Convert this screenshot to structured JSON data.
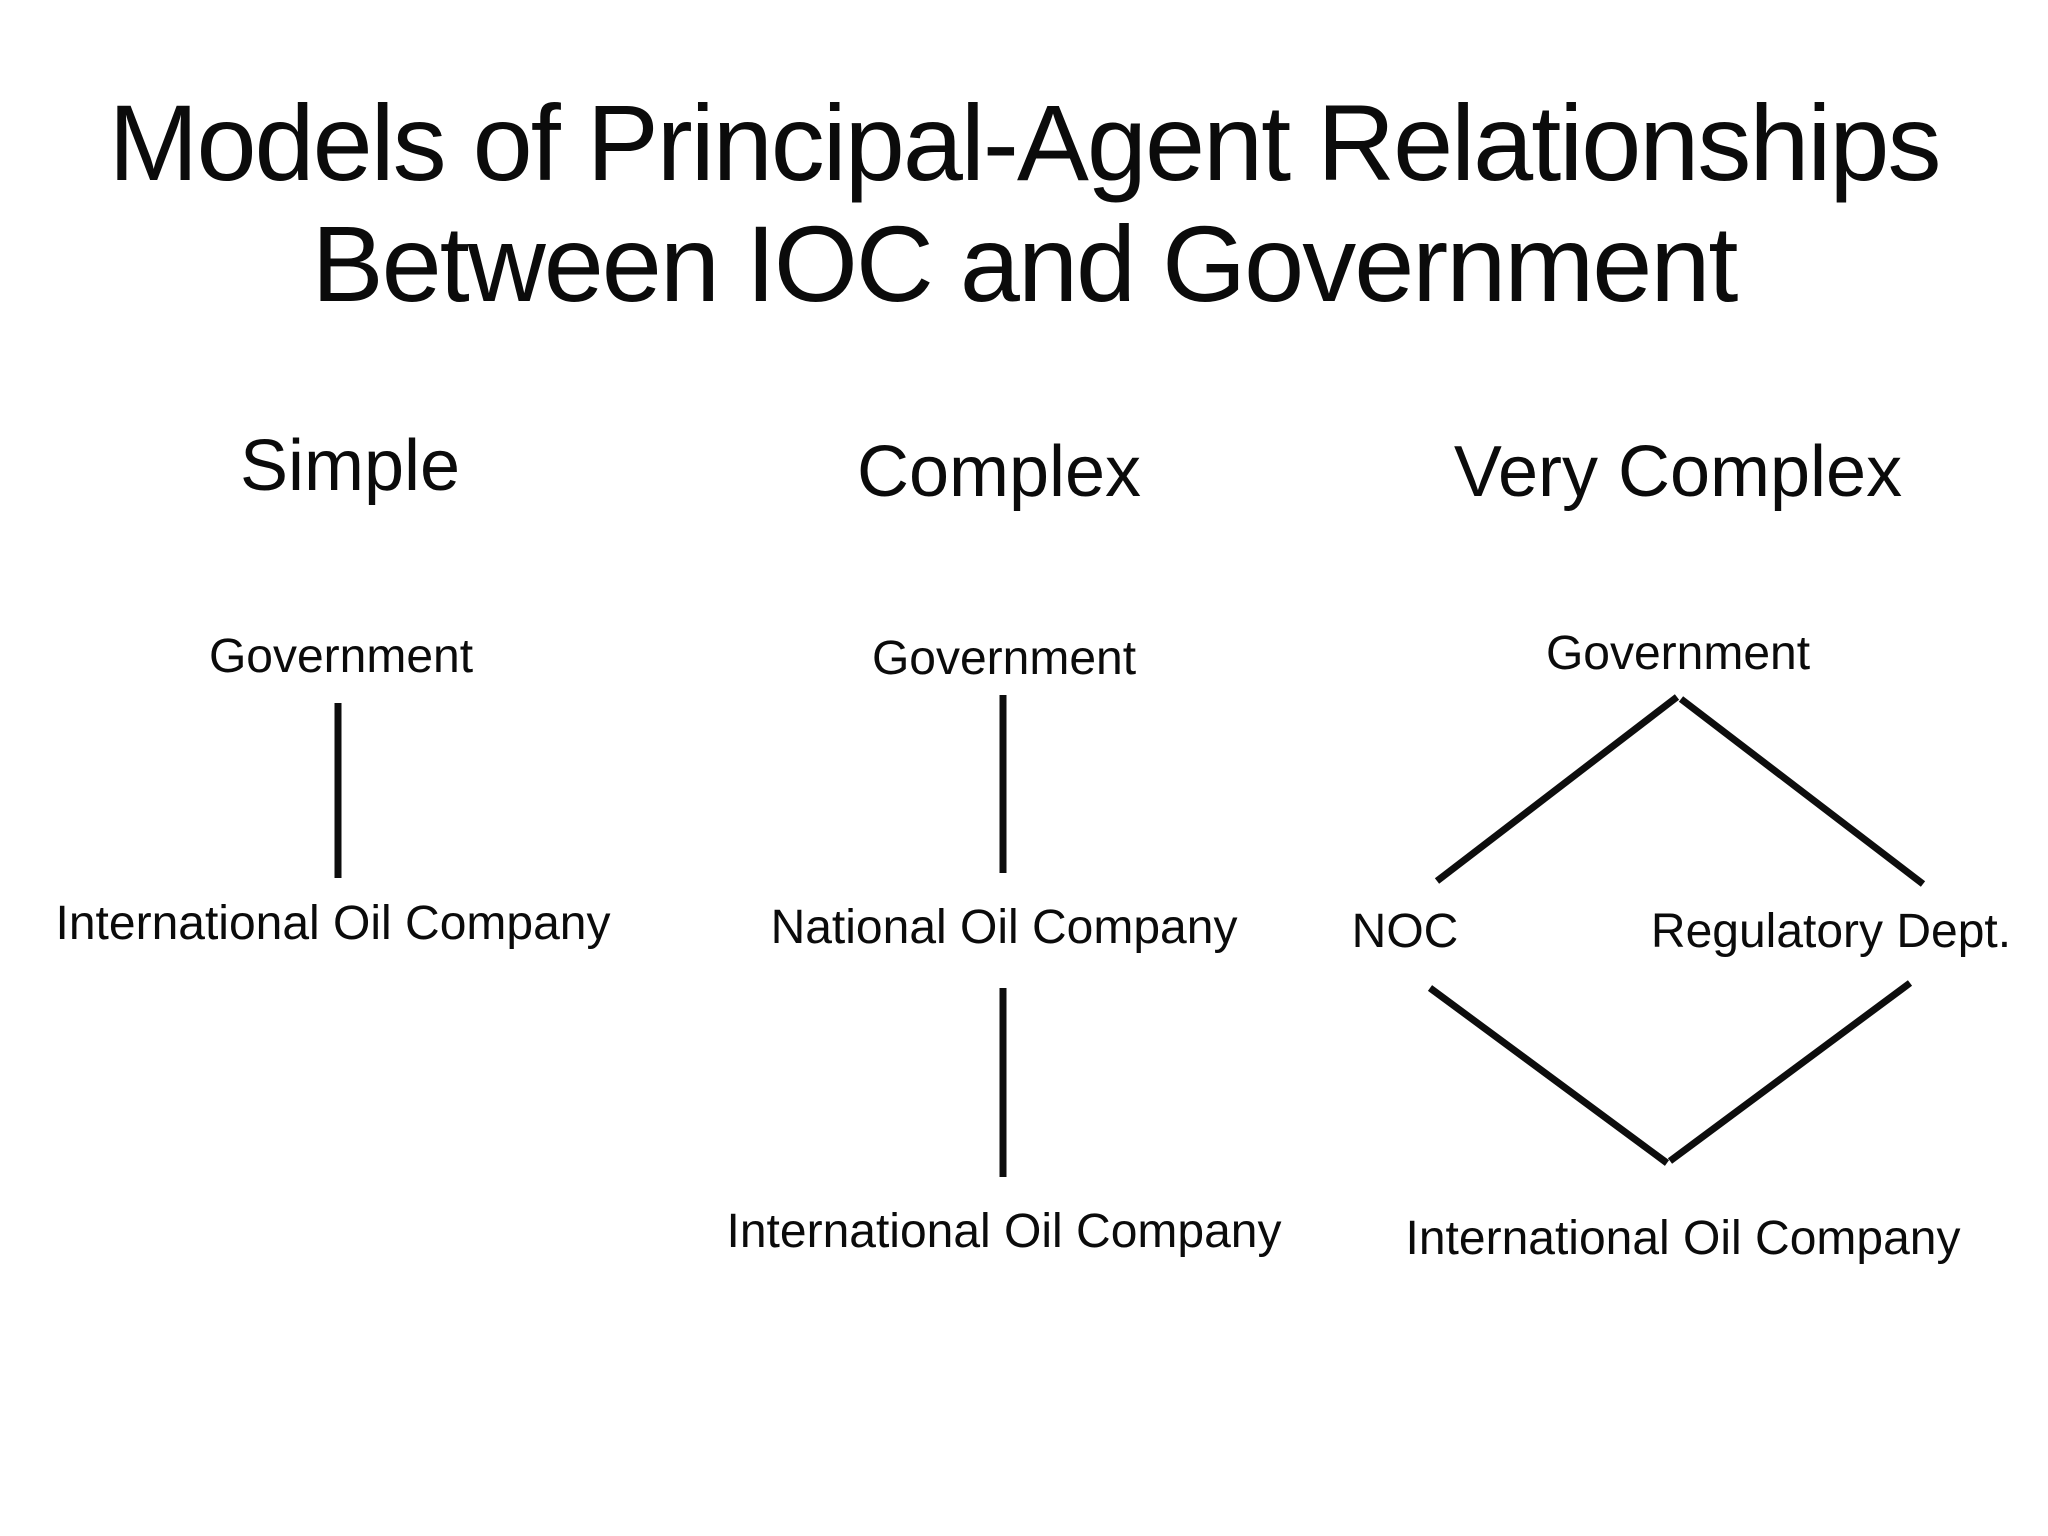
{
  "title": {
    "line1": "Models of Principal-Agent Relationships",
    "line2": "Between IOC and Government"
  },
  "colors": {
    "background": "#ffffff",
    "text": "#0b0b0b",
    "line": "#0d0d0d"
  },
  "models": [
    {
      "id": "simple",
      "label": "Simple",
      "nodes": [
        "Government",
        "International Oil Company"
      ],
      "edges": [
        [
          "Government",
          "International Oil Company"
        ]
      ]
    },
    {
      "id": "complex",
      "label": "Complex",
      "nodes": [
        "Government",
        "National Oil Company",
        "International Oil Company"
      ],
      "edges": [
        [
          "Government",
          "National Oil Company"
        ],
        [
          "National Oil Company",
          "International Oil Company"
        ]
      ]
    },
    {
      "id": "very-complex",
      "label": "Very Complex",
      "nodes": [
        "Government",
        "NOC",
        "Regulatory Dept.",
        "International Oil Company"
      ],
      "edges": [
        [
          "Government",
          "NOC"
        ],
        [
          "Government",
          "Regulatory Dept."
        ],
        [
          "NOC",
          "International Oil Company"
        ],
        [
          "Regulatory Dept.",
          "International Oil Company"
        ]
      ]
    }
  ]
}
